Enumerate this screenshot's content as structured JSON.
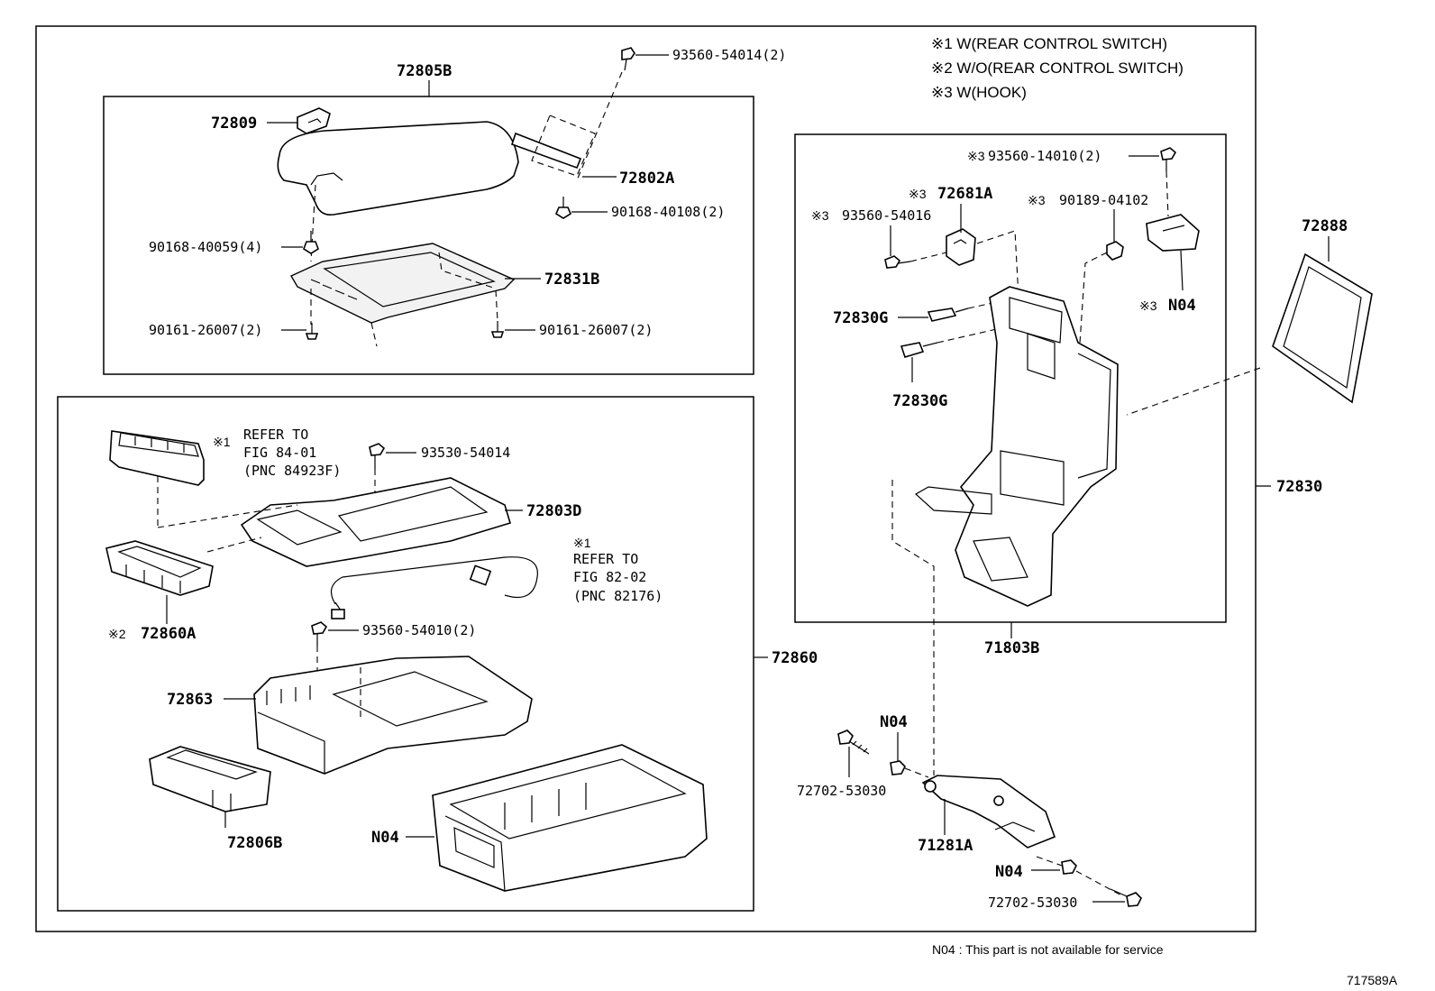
{
  "notes": [
    "※1 W(REAR CONTROL SWITCH)",
    "※2 W/O(REAR CONTROL SWITCH)",
    "※3 W(HOOK)"
  ],
  "footer": {
    "availability_note": "N04 : This part is not available for service",
    "diagram_id": "717589A"
  },
  "parts": {
    "p72805B": "72805B",
    "p93560_54014": "93560-54014(2)",
    "p72809": "72809",
    "p72802A": "72802A",
    "p90168_40108": "90168-40108(2)",
    "p90168_40059": "90168-40059(4)",
    "p72831B": "72831B",
    "p90161_26007_left": "90161-26007(2)",
    "p90161_26007_right": "90161-26007(2)",
    "p93530_54014": "93530-54014",
    "p72803D": "72803D",
    "p72860A": "72860A",
    "p93560_54010": "93560-54010(2)",
    "p72863": "72863",
    "p72806B": "72806B",
    "pN04_tray": "N04",
    "p72860": "72860",
    "p93560_14010": "93560-14010(2)",
    "p72681A": "72681A",
    "p93560_54016": "93560-54016",
    "p90189_04102": "90189-04102",
    "pN04_hook": "N04",
    "p72830G_top": "72830G",
    "p72830G_bottom": "72830G",
    "p72888": "72888",
    "p72830": "72830",
    "p71803B": "71803B",
    "pN04_upper": "N04",
    "p72702_53030_left": "72702-53030",
    "p71281A": "71281A",
    "pN04_lower": "N04",
    "p72702_53030_right": "72702-53030"
  },
  "marks": {
    "m72860A": "※2",
    "m93560_14010": "※3",
    "m72681A": "※3",
    "m93560_54016": "※3",
    "m90189_04102": "※3",
    "mN04_hook": "※3"
  },
  "refs": {
    "ref1": {
      "mark": "※1",
      "line1": "REFER TO",
      "line2": "FIG 84-01",
      "line3": "(PNC 84923F)"
    },
    "ref2": {
      "mark": "※1",
      "line1": "REFER TO",
      "line2": "FIG 82-02",
      "line3": "(PNC 82176)"
    }
  }
}
